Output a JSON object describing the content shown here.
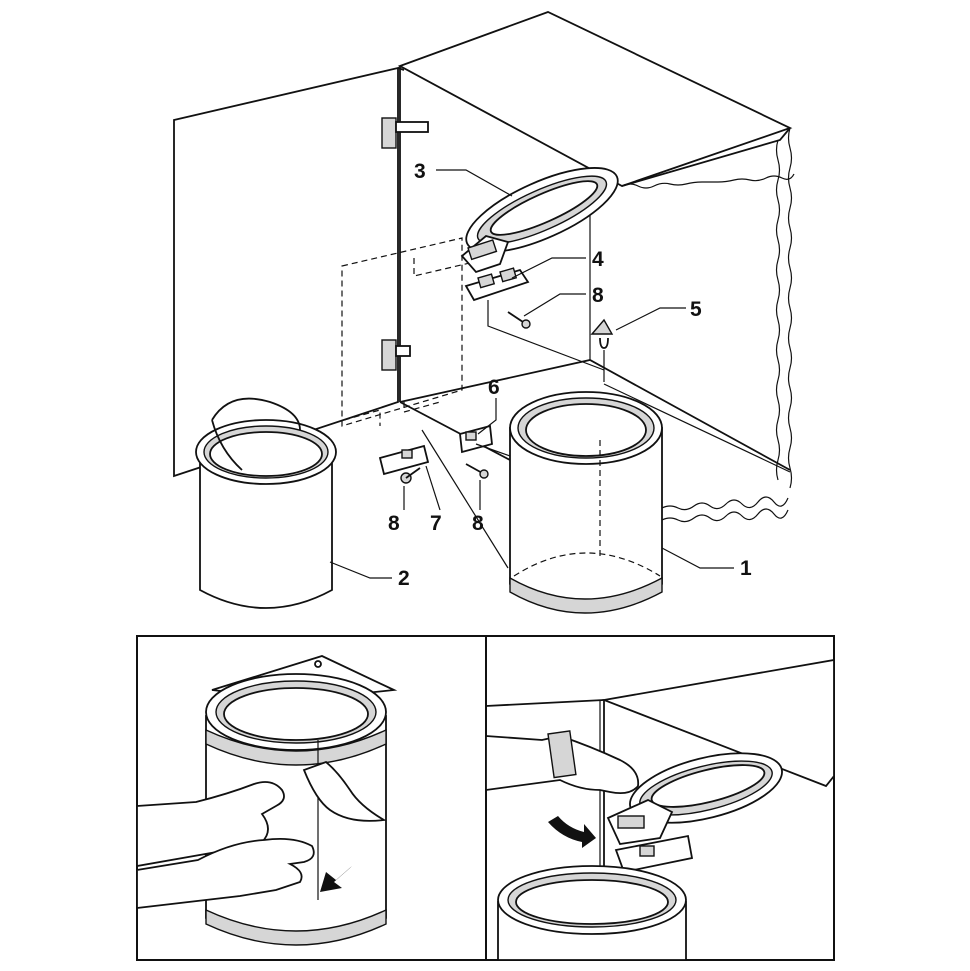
{
  "diagram": {
    "callouts": [
      {
        "id": "c1",
        "text": "1"
      },
      {
        "id": "c2",
        "text": "2"
      },
      {
        "id": "c3",
        "text": "3"
      },
      {
        "id": "c4",
        "text": "4"
      },
      {
        "id": "c5",
        "text": "5"
      },
      {
        "id": "c6",
        "text": "6"
      },
      {
        "id": "c7",
        "text": "7"
      },
      {
        "id": "c8a",
        "text": "8"
      },
      {
        "id": "c8b",
        "text": "8"
      },
      {
        "id": "c8c",
        "text": "8"
      }
    ]
  },
  "colors": {
    "line": "#111111",
    "background": "#ffffff",
    "shade": "#d6d6d6"
  }
}
